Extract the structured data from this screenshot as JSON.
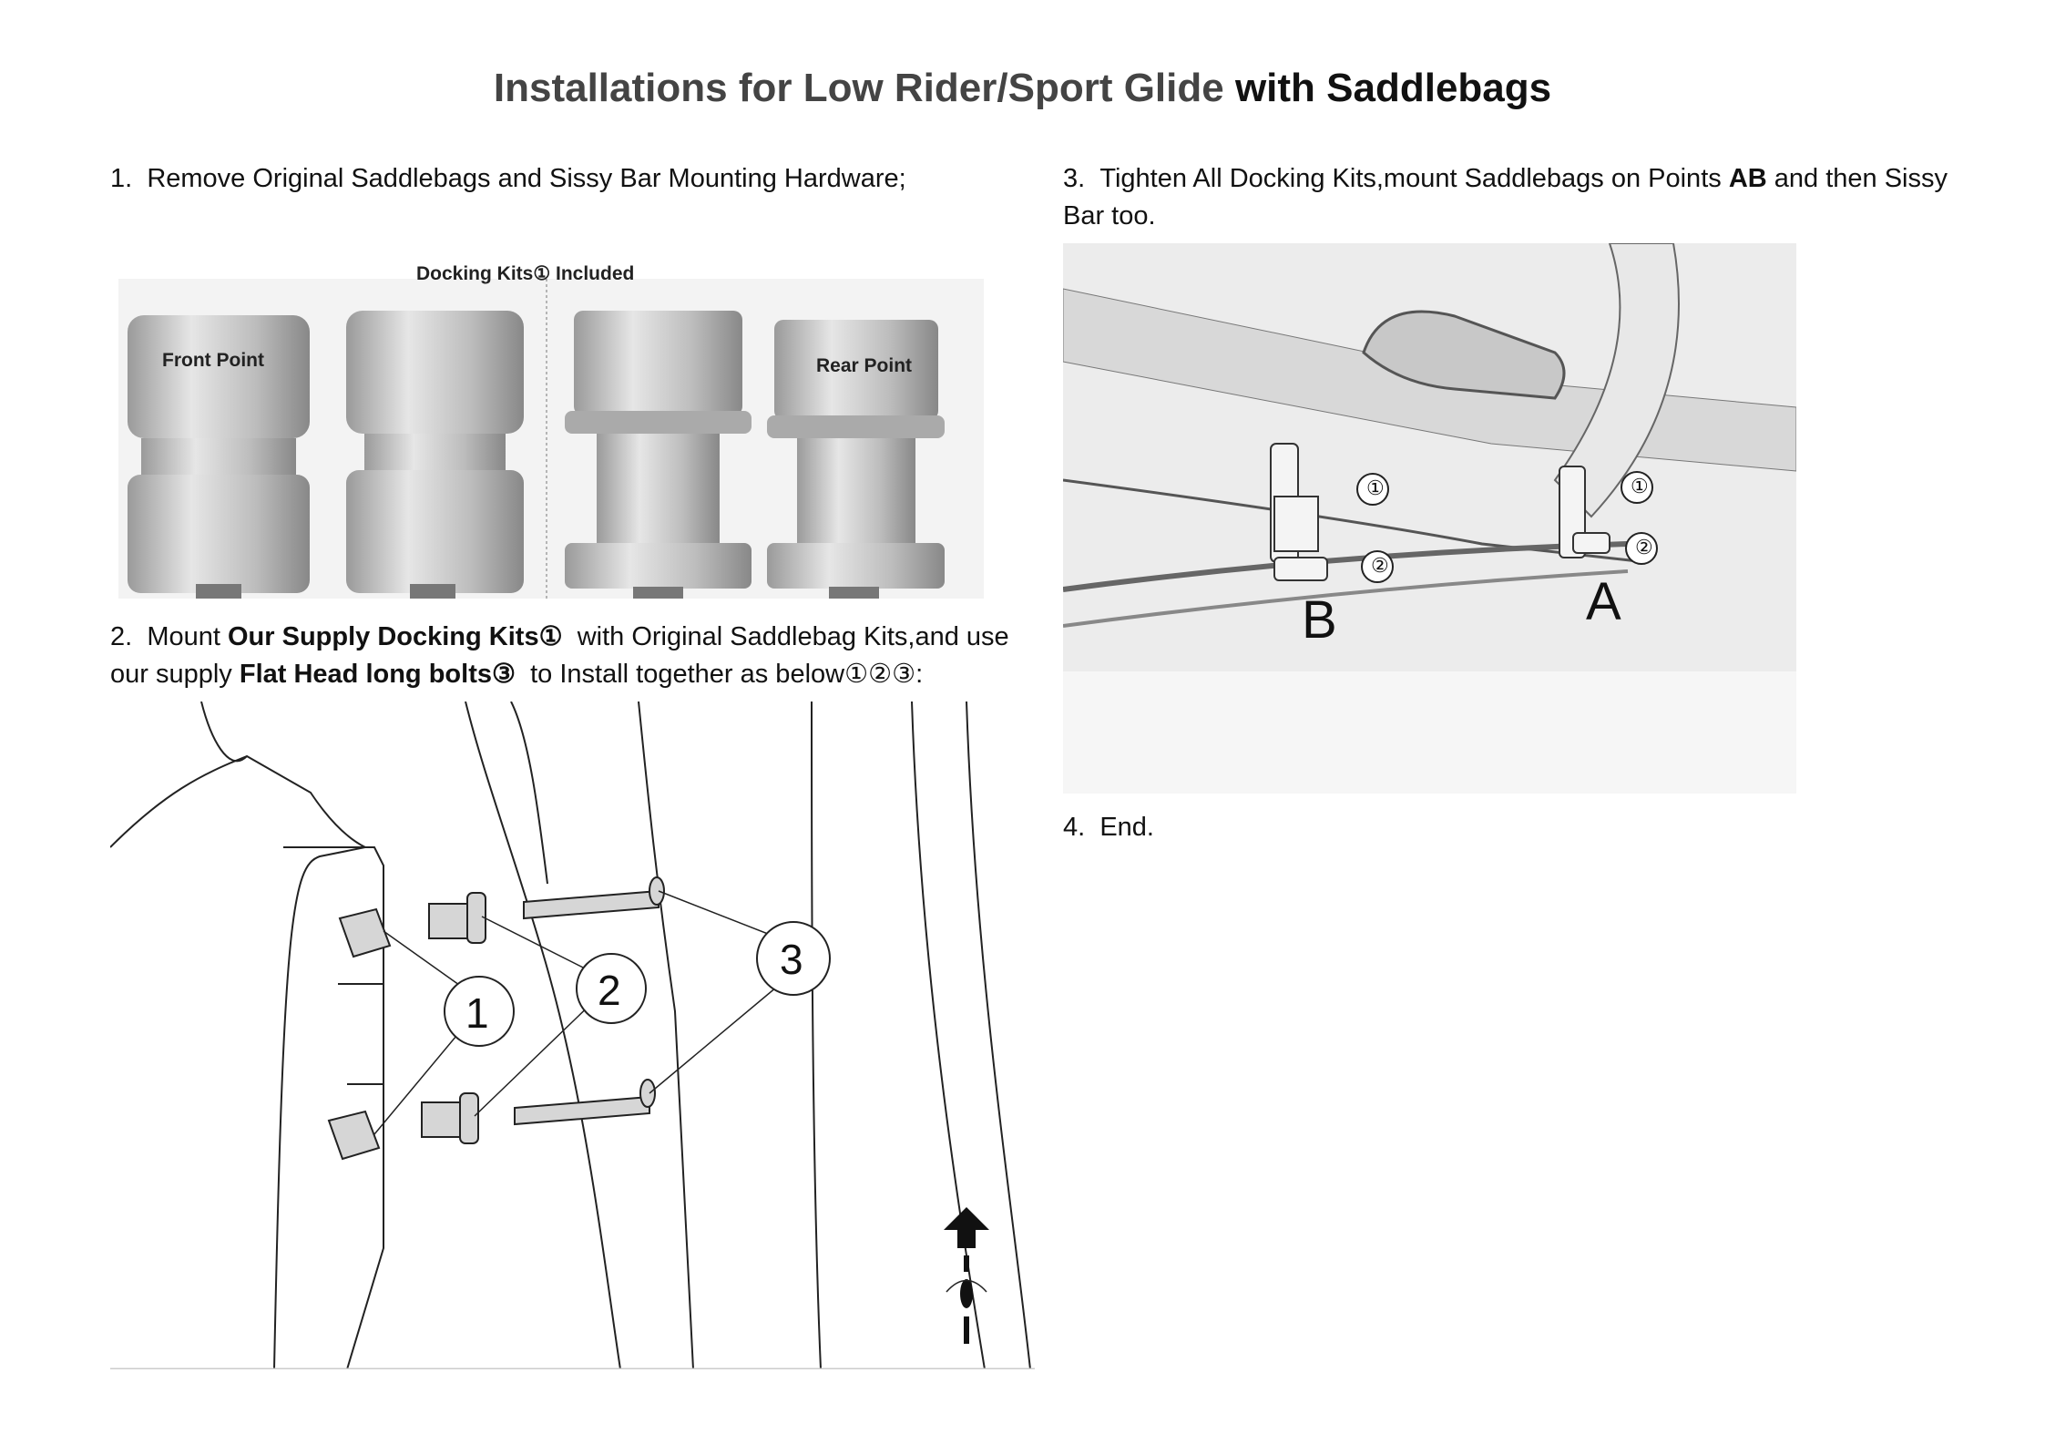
{
  "title": {
    "part1": "Installations for Low Rider/Sport Glide ",
    "part2": "with Saddlebags"
  },
  "step1": {
    "num": "1.",
    "text": "Remove Original Saddlebags and Sissy Bar Mounting Hardware;"
  },
  "photo1": {
    "caption": "Docking Kits① Included",
    "front_label": "Front Point",
    "rear_label": "Rear Point"
  },
  "step2": {
    "num": "2.",
    "t1": "Mount ",
    "b1": "Our Supply Docking Kits①",
    "t2": "  with Original Saddlebag Kits,and use",
    "t3": "our supply ",
    "b2": "Flat Head long bolts③",
    "t4": "  to Install together as below①②③:"
  },
  "diagram": {
    "callouts": [
      "1",
      "2",
      "3"
    ]
  },
  "step3": {
    "num": "3.",
    "t1": "Tighten All Docking Kits,mount Saddlebags on Points ",
    "b1": "AB",
    "t2": " and then Sissy",
    "t3": "Bar too."
  },
  "photo2": {
    "point_b": "B",
    "point_a": "A",
    "marker1": "①",
    "marker2": "②"
  },
  "step4": {
    "num": "4.",
    "text": "End."
  }
}
